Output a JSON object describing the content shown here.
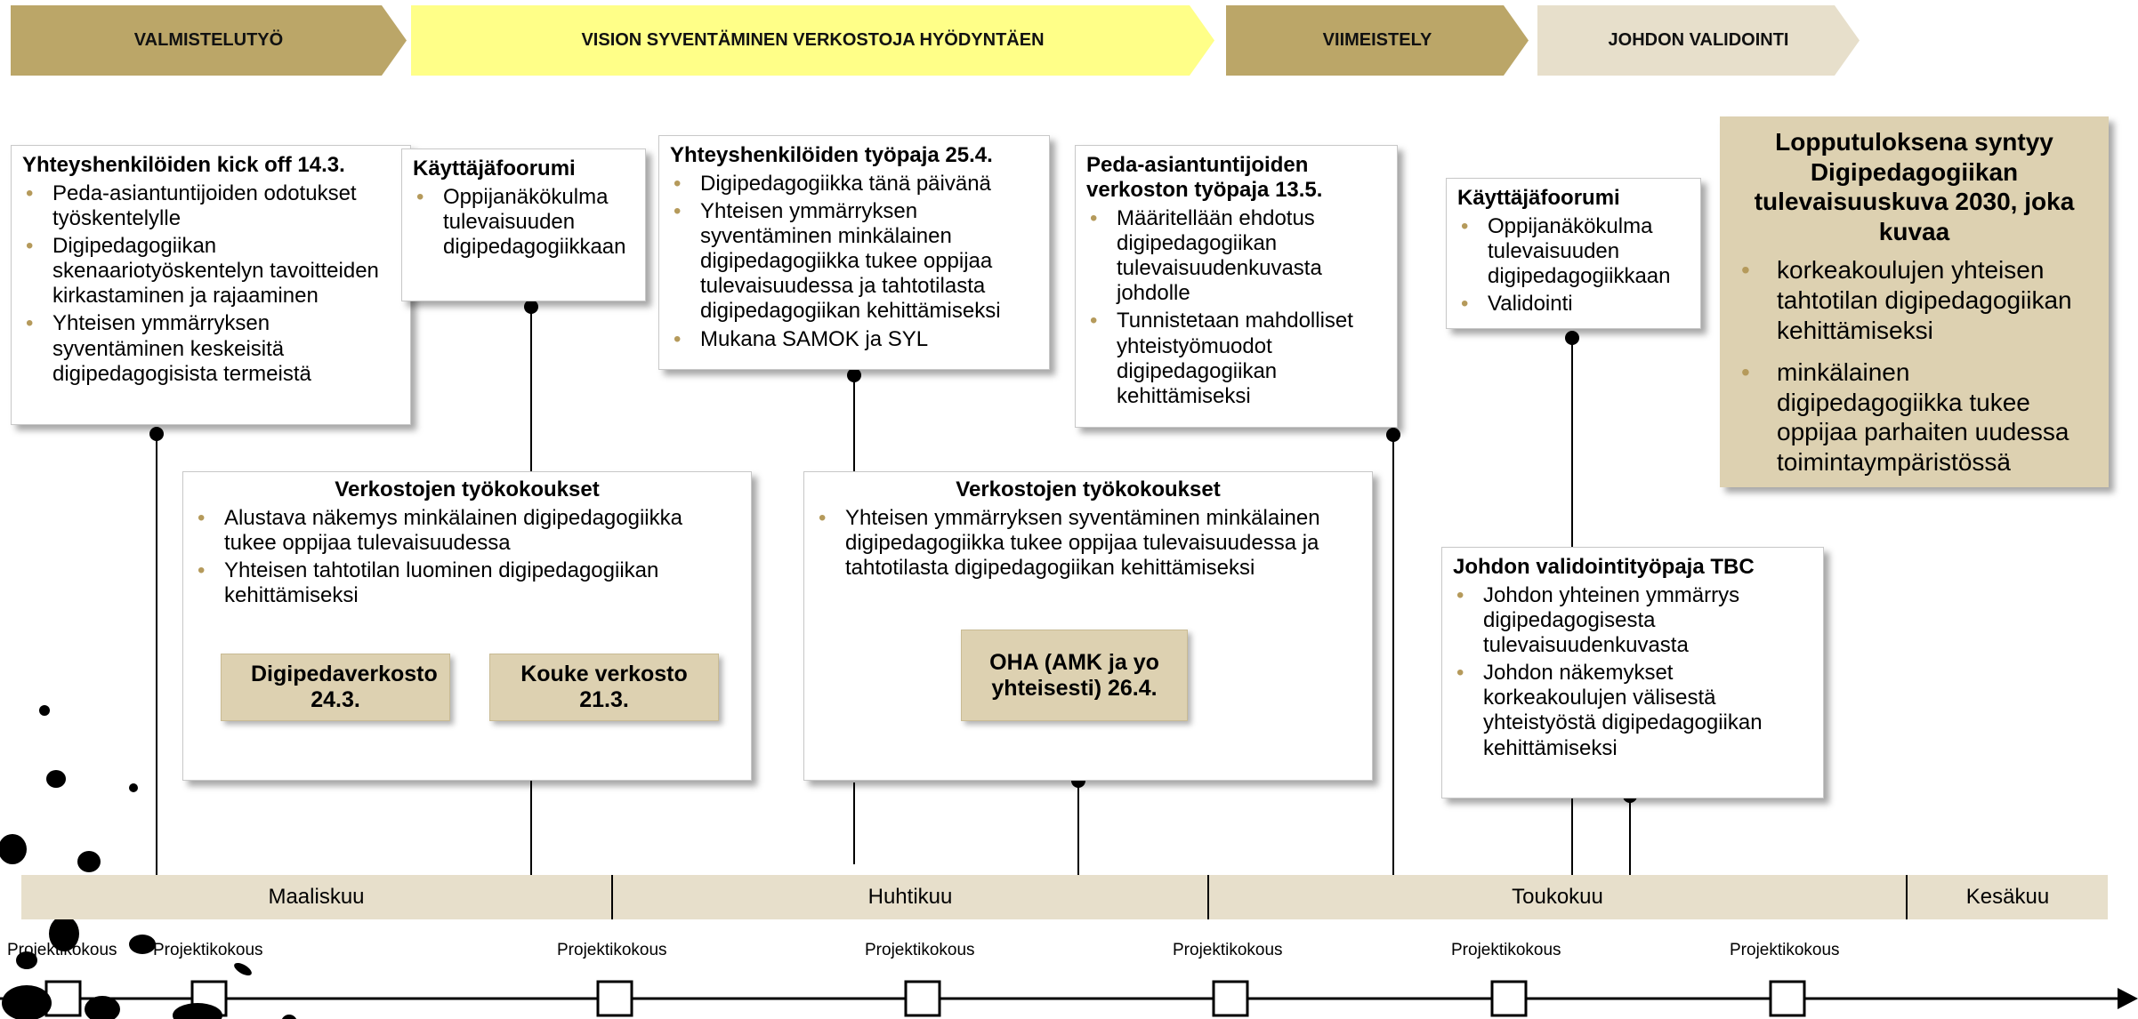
{
  "phases": [
    {
      "label": "VALMISTELUTYÖ",
      "color": "#bba668"
    },
    {
      "label": "VISION SYVENTÄMINEN VERKOSTOJA HYÖDYNTÄEN",
      "color": "#ffff88"
    },
    {
      "label": "VIIMEISTELY",
      "color": "#bba668"
    },
    {
      "label": "JOHDON VALIDOINTI",
      "color": "#e7dfcb"
    }
  ],
  "box_kickoff": {
    "title": "Yhteyshenkilöiden kick off 14.3.",
    "items": [
      "Peda-asiantuntijoiden odotukset työskentelylle",
      "Digipedagogiikan skenaariotyöskentelyn tavoitteiden kirkastaminen ja rajaaminen",
      "Yhteisen ymmärryksen syventäminen keskeisitä digipedagogisista termeistä"
    ]
  },
  "box_forum1": {
    "title": "Käyttäjäfoorumi",
    "items": [
      "Oppijanäkökulma tulevaisuuden digipedagogiikkaan"
    ]
  },
  "box_workshop": {
    "title": "Yhteyshenkilöiden työpaja 25.4.",
    "items": [
      "Digipedagogiikka tänä päivänä",
      "Yhteisen ymmärryksen syventäminen minkälainen digipedagogiikka tukee oppijaa tulevaisuudessa ja tahtotilasta digipedagogiikan kehittämiseksi",
      "Mukana SAMOK ja SYL"
    ]
  },
  "box_peda": {
    "title": "Peda-asiantuntijoiden verkoston työpaja 13.5.",
    "items": [
      "Määritellään ehdotus digipedagogiikan tulevaisuudenkuvasta johdolle",
      "Tunnistetaan mahdolliset yhteistyömuodot digipedagogiikan kehittämiseksi"
    ]
  },
  "box_forum2": {
    "title": "Käyttäjäfoorumi",
    "items": [
      "Oppijanäkökulma tulevaisuuden digipedagogiikkaan",
      "Validointi"
    ]
  },
  "box_result": {
    "title": "Lopputuloksena syntyy Digipedagogiikan tulevaisuuskuva 2030, joka kuvaa",
    "items": [
      "korkeakoulujen yhteisen tahtotilan digipedagogiikan kehittämiseksi",
      "minkälainen digipedagogiikka tukee oppijaa parhaiten uudessa toimintaympäristössä"
    ]
  },
  "box_network1": {
    "title": "Verkostojen työkokoukset",
    "items": [
      "Alustava näkemys minkälainen digipedagogiikka tukee oppijaa tulevaisuudessa",
      "Yhteisen tahtotilan luominen digipedagogiikan kehittämiseksi"
    ],
    "sub1": "Digipedaverkosto 24.3.",
    "sub2": "Kouke verkosto 21.3."
  },
  "box_network2": {
    "title": "Verkostojen työkokoukset",
    "items": [
      "Yhteisen ymmärryksen syventäminen minkälainen digipedagogiikka tukee oppijaa tulevaisuudessa ja tahtotilasta digipedagogiikan kehittämiseksi"
    ],
    "sub1": "OHA (AMK ja yo yhteisesti) 26.4."
  },
  "box_validation": {
    "title": "Johdon validointityöpaja TBC",
    "items": [
      "Johdon yhteinen ymmärrys digipedagogisesta tulevaisuudenkuvasta",
      "Johdon näkemykset korkeakoulujen välisestä yhteistyöstä digipedagogiikan kehittämiseksi"
    ]
  },
  "months": [
    "Maaliskuu",
    "Huhtikuu",
    "Toukokuu",
    "Kesäkuu"
  ],
  "meetings": [
    "Projektikokous",
    "Projektikokous",
    "Projektikokous",
    "Projektikokous",
    "Projektikokous",
    "Projektikokous",
    "Projektikokous"
  ]
}
